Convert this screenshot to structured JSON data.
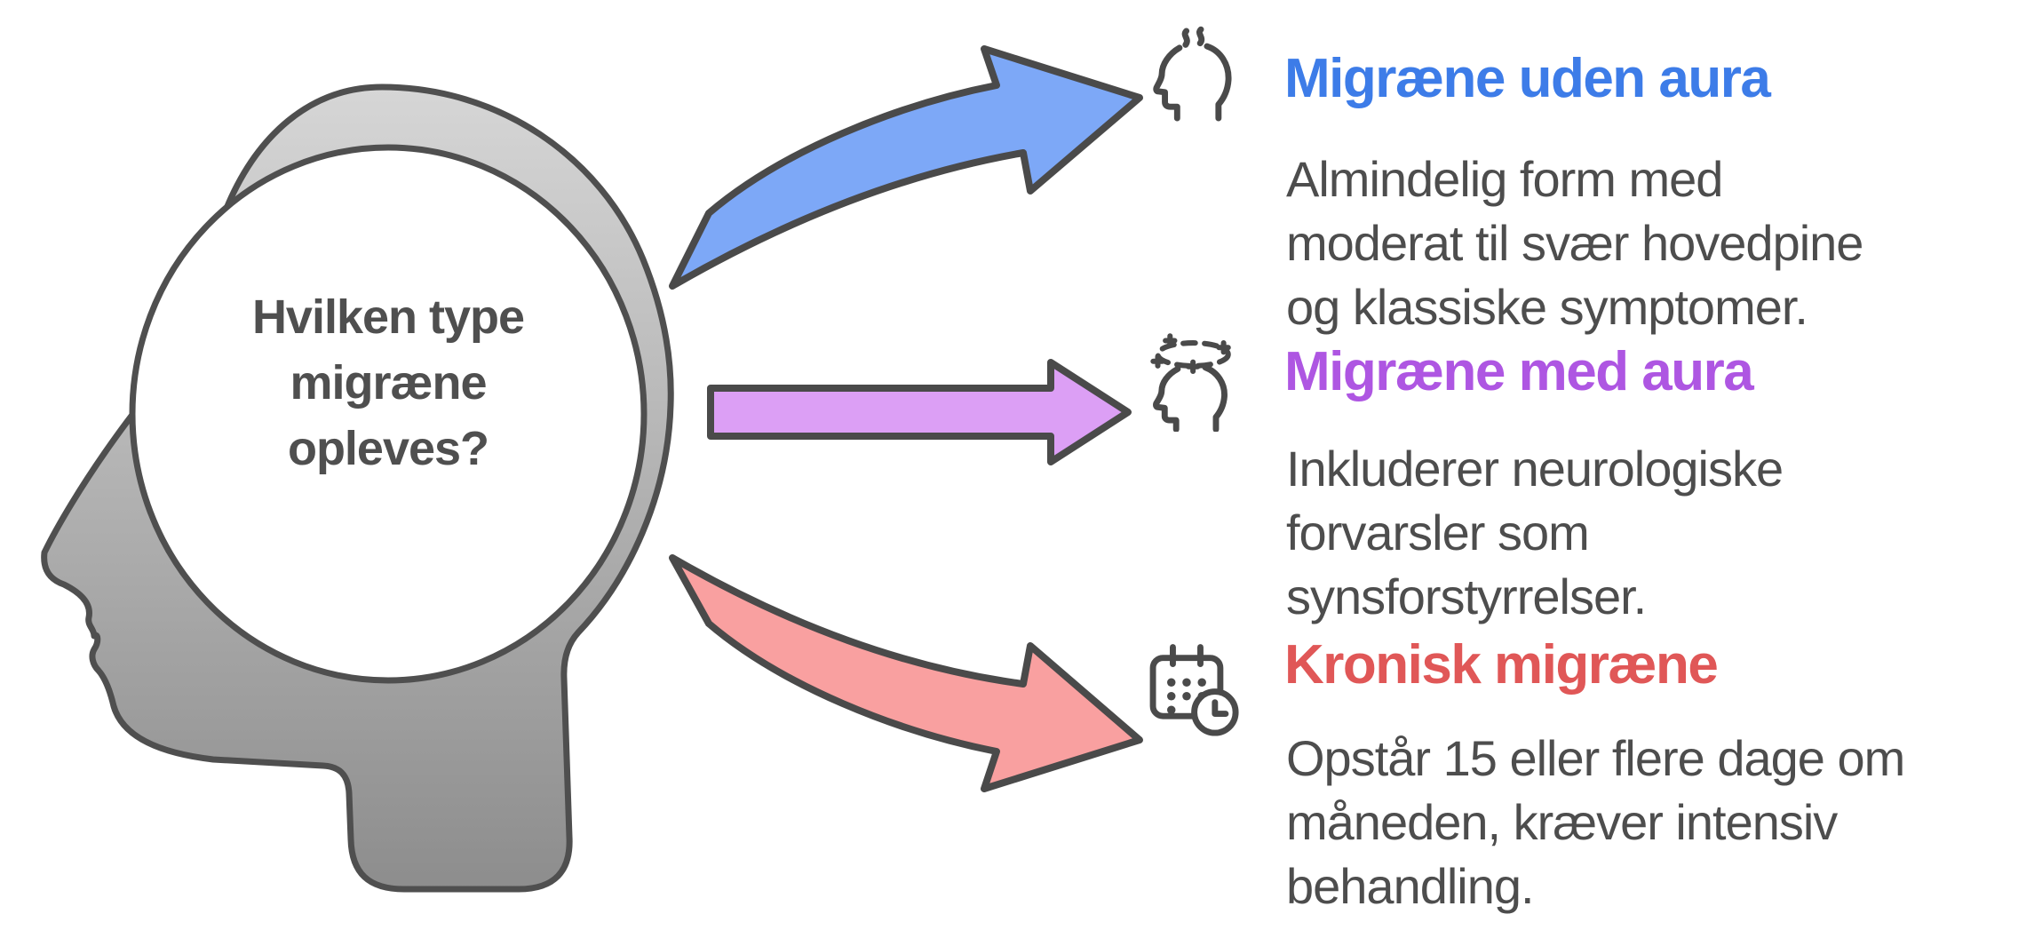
{
  "head": {
    "question_lines": [
      "Hvilken type",
      "migræne",
      "opleves?"
    ]
  },
  "sections": [
    {
      "title": "Migræne uden aura",
      "title_color": "#3d7ce8",
      "arrow_color": "#7da8f7",
      "icon": "head-steam-icon",
      "body_lines": [
        "Almindelig form med",
        "moderat til svær hovedpine",
        "og klassiske symptomer."
      ]
    },
    {
      "title": "Migræne med aura",
      "title_color": "#ae56e2",
      "arrow_color": "#dc9ff5",
      "icon": "dizzy-head-icon",
      "body_lines": [
        "Inkluderer neurologiske",
        "forvarsler som",
        "synsforstyrrelser."
      ]
    },
    {
      "title": "Kronisk migræne",
      "title_color": "#e05757",
      "arrow_color": "#f9a0a0",
      "icon": "calendar-clock-icon",
      "body_lines": [
        "Opstår 15 eller flere dage om",
        "måneden, kræver intensiv",
        "behandling."
      ]
    }
  ],
  "colors": {
    "outline": "#4a4a4a",
    "head_outline": "#4f4f4f",
    "head_fill_top": "#d6d6d6",
    "head_fill_bottom": "#8d8d8d",
    "body_text": "#4d4d4d",
    "background": "#ffffff"
  }
}
